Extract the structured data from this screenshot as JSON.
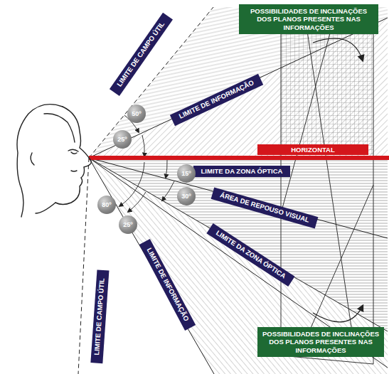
{
  "diagram": {
    "nodes": [
      {
        "text": [
          "POSSIBILIDADES DE INCLINAÇÕES DOS PLANOS PRESENTES NAS INFORMAÇÕES"
        ]
      },
      {
        "text": [
          "LIMITE DE CAMPO ÚTIL"
        ]
      },
      {
        "text": [
          "50º"
        ]
      },
      {
        "text": [
          "LIMITE DE INFORMAÇÃO"
        ]
      },
      {
        "text": [
          "25º"
        ]
      },
      {
        "text": [
          "HORIZONTAL"
        ]
      },
      {
        "text": [
          "LIMITE DA ZONA ÓPTICA"
        ]
      },
      {
        "text": [
          "15º"
        ]
      },
      {
        "text": [
          "30º"
        ]
      },
      {
        "text": [
          "ÁREA DE REPOUSO VISUAL"
        ]
      },
      {
        "text": [
          "80º"
        ]
      },
      {
        "text": [
          "25º"
        ]
      },
      {
        "text": [
          "LIMITE DA ZONA ÓPTICA"
        ]
      },
      {
        "text": [
          "LIMITE DE INFORMAÇÃO"
        ]
      },
      {
        "text": [
          "LIMITE DE CAMPO ÚTIL"
        ]
      },
      {
        "text": [
          "POSSIBILIDADES DE INCLINAÇÕES DOS PLANOS PRESENTES NAS INFORMAÇÕES"
        ]
      }
    ]
  }
}
